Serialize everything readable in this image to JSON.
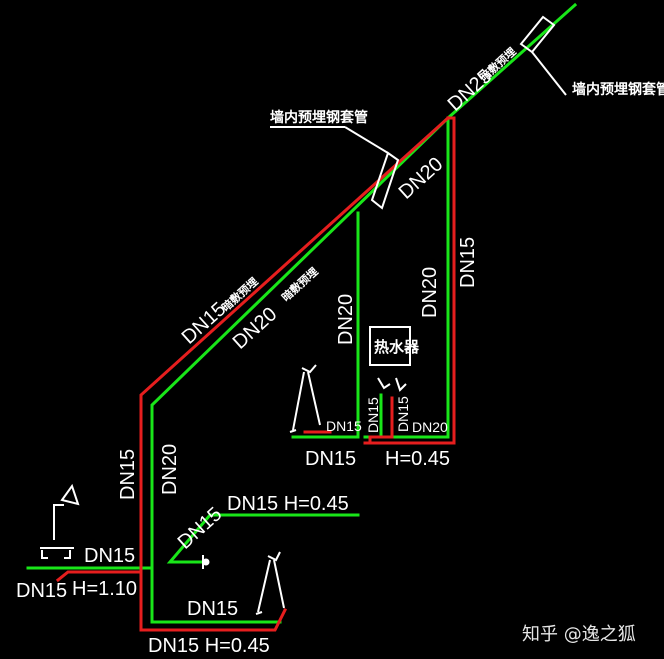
{
  "colors": {
    "background": "#000000",
    "cold_water": "#19e619",
    "hot_water": "#e61e1e",
    "text": "#ffffff"
  },
  "labels": {
    "main_dn25": "DN25",
    "embed_note": "暗敷预埋",
    "wall_sleeve_right": "墙内预埋钢套管",
    "wall_sleeve_mid": "墙内预埋钢套管",
    "mid_cold_dn20": "DN20",
    "right_hot_dn15": "DN15",
    "right_cold_dn20": "DN20",
    "diag_hot_dn15": "DN15",
    "diag_cold_dn20": "DN20",
    "embed_note_left": "暗敷预埋",
    "embed_note_mid": "暗敷预埋",
    "vert_cold_dn20": "DN20",
    "heater": "热水器",
    "sink_dn15_small": "DN15",
    "sink_dn15": "DN15",
    "heater_cold_dn15": "DN15",
    "heater_hot_dn15": "DN15",
    "heater_dn20": "DN20",
    "heater_h": "H=0.45",
    "left_hot_dn15": "DN15",
    "left_cold_dn20": "DN20",
    "branch_label": "DN15  H=0.45",
    "branch_diag_dn15": "DN15",
    "shower_dn15": "DN15",
    "shower_left_dn15": "DN15",
    "shower_h": "H=1.10",
    "bottom_dn15": "DN15",
    "bottom_label": "DN15  H=0.45",
    "watermark": "知乎 @逸之狐"
  }
}
